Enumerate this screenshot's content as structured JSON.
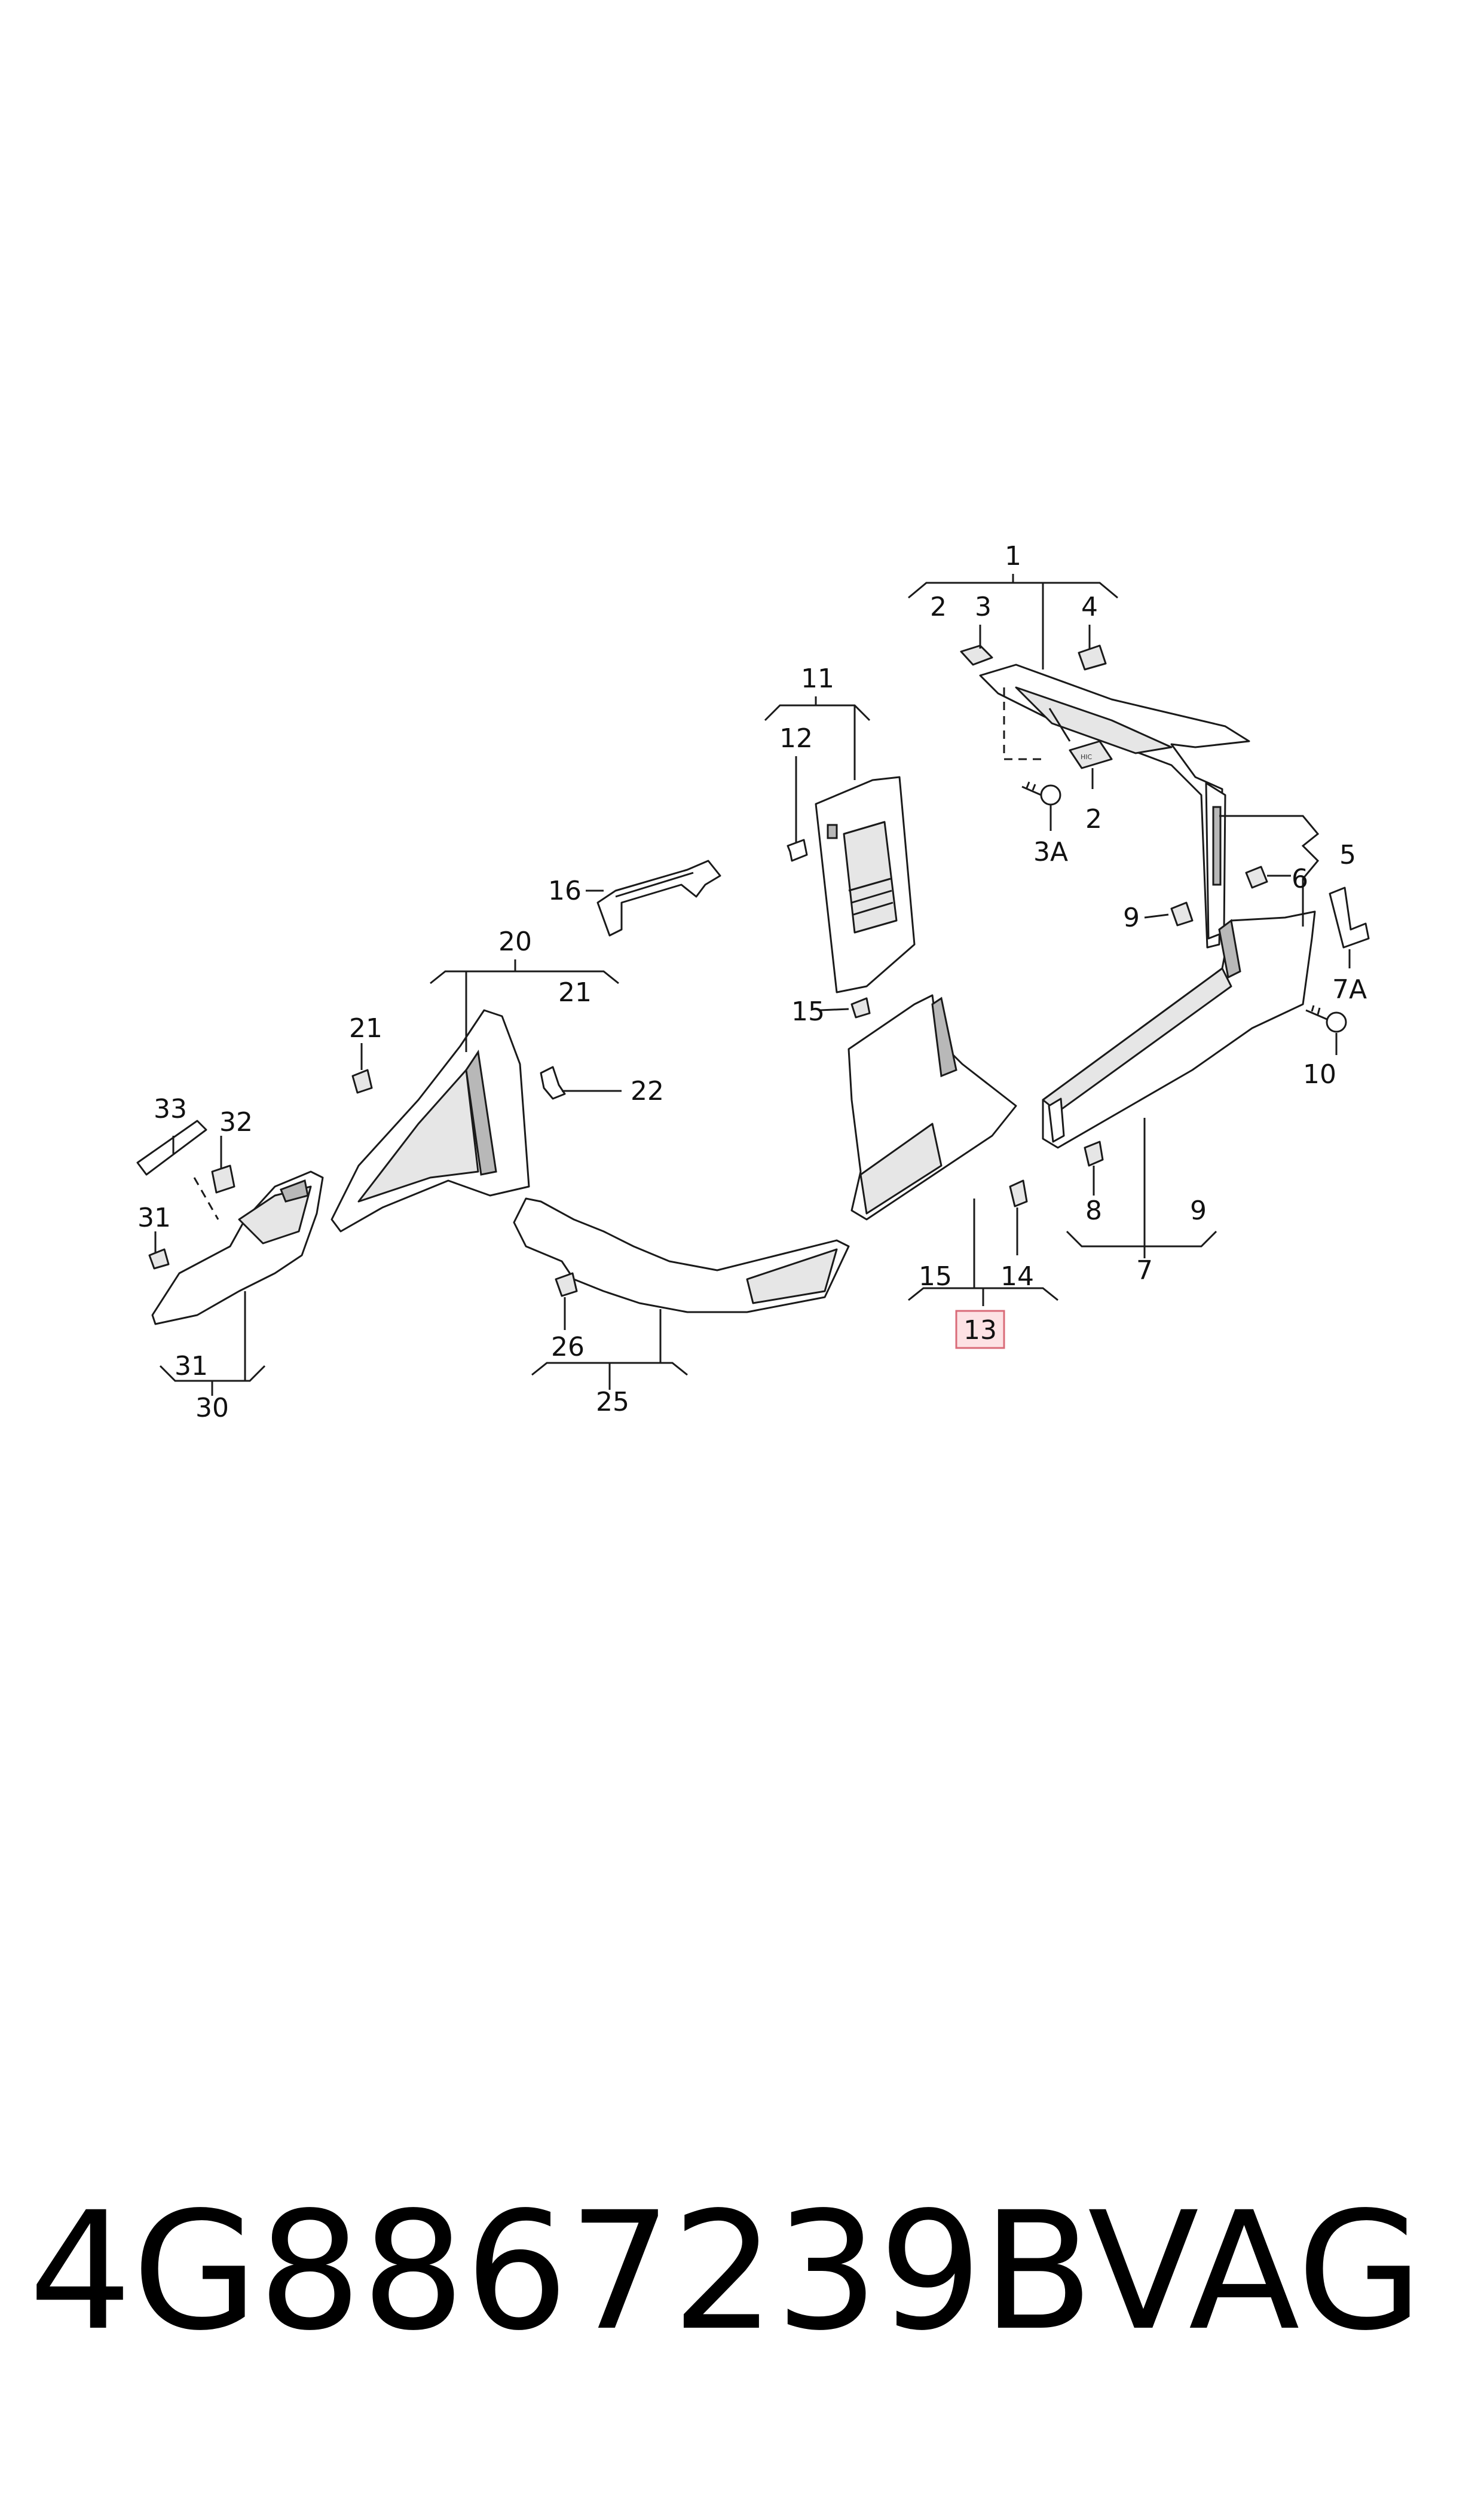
{
  "diagram": {
    "callouts": {
      "c1": "1",
      "c2a": "2",
      "c3": "3",
      "c4": "4",
      "c2b": "2",
      "c3a": "3A",
      "c5": "5",
      "c6": "6",
      "c7a": "7A",
      "c9a": "9",
      "c10": "10",
      "c11": "11",
      "c12": "12",
      "c16": "16",
      "c20": "20",
      "c21a": "21",
      "c21b": "21",
      "c22": "22",
      "c15a": "15",
      "c8": "8",
      "c9b": "9",
      "c7": "7",
      "c33": "33",
      "c32": "32",
      "c31a": "31",
      "c31b": "31",
      "c30": "30",
      "c26": "26",
      "c25": "25",
      "c15b": "15",
      "c14": "14",
      "c13": "13"
    },
    "highlighted_callout": "13",
    "highlight_color": "#fde2e4"
  },
  "footer": {
    "part_number": "4G8867239B",
    "brand": "VAG"
  }
}
